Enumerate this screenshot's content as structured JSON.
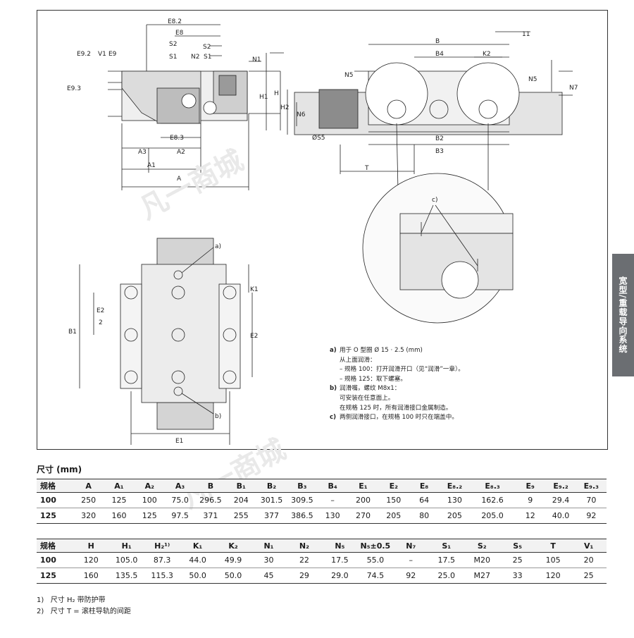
{
  "side_tab": {
    "label": "宽型/重载导向系统"
  },
  "drawing_labels": {
    "e82": "E8.2",
    "e8": "E8",
    "s2": "S2",
    "s1": "S1",
    "n2": "N2",
    "n1": "N1",
    "e92": "E9.2",
    "v1": "V1",
    "e9": "E9",
    "e93": "E9.3",
    "h1": "H1",
    "h": "H",
    "e83": "E8.3",
    "a3": "A3",
    "a2": "A2",
    "a1": "A1",
    "a": "A",
    "b": "B",
    "b4": "B4",
    "k2": "K2",
    "n5": "N5",
    "n7": "N7",
    "eleven": "11",
    "h2": "H2",
    "n6": "N6",
    "s5": "ØS5",
    "b2": "B2",
    "b3": "B3",
    "t": "T",
    "c": "c)",
    "a_note": "a)",
    "b_note": "b)",
    "k1": "K1",
    "e2": "E2",
    "e2half": "E2",
    "two": "2",
    "b1": "B1",
    "e1": "E1"
  },
  "notes": [
    {
      "key": "a)",
      "lines": [
        "用于 O 型圈 Ø 15 · 2.5 (mm)",
        "从上面润滑：",
        "– 规格 100：打开润滑开口（见“润滑”一章）。",
        "– 规格 125：取下螺塞。"
      ]
    },
    {
      "key": "b)",
      "lines": [
        "润滑嘴，螺纹 M8x1：",
        "可安装在任意面上。",
        "在规格 125 时，所有润滑接口金属制造。"
      ]
    },
    {
      "key": "c)",
      "lines": [
        "两侧润滑接口，在规格 100 时只在端盖中。"
      ]
    }
  ],
  "dimensions_title": "尺寸 (mm)",
  "table1": {
    "headers": [
      "规格",
      "A",
      "A₁",
      "A₂",
      "A₃",
      "B",
      "B₁",
      "B₂",
      "B₃",
      "B₄",
      "E₁",
      "E₂",
      "E₈",
      "E₈.₂",
      "E₈.₃",
      "E₉",
      "E₉.₂",
      "E₉.₃"
    ],
    "rows": [
      [
        "100",
        "250",
        "125",
        "100",
        "75.0",
        "296.5",
        "204",
        "301.5",
        "309.5",
        "–",
        "200",
        "150",
        "64",
        "130",
        "162.6",
        "9",
        "29.4",
        "70"
      ],
      [
        "125",
        "320",
        "160",
        "125",
        "97.5",
        "371",
        "255",
        "377",
        "386.5",
        "130",
        "270",
        "205",
        "80",
        "205",
        "205.0",
        "12",
        "40.0",
        "92"
      ]
    ]
  },
  "table2": {
    "headers": [
      "规格",
      "H",
      "H₁",
      "H₂¹⁾",
      "K₁",
      "K₂",
      "N₁",
      "N₂",
      "N₅",
      "N₅±0.5",
      "N₇",
      "S₁",
      "S₂",
      "S₅",
      "T",
      "V₁"
    ],
    "rows": [
      [
        "100",
        "120",
        "105.0",
        "87.3",
        "44.0",
        "49.9",
        "30",
        "22",
        "17.5",
        "55.0",
        "–",
        "17.5",
        "M20",
        "25",
        "105",
        "20"
      ],
      [
        "125",
        "160",
        "135.5",
        "115.3",
        "50.0",
        "50.0",
        "45",
        "29",
        "29.0",
        "74.5",
        "92",
        "25.0",
        "M27",
        "33",
        "120",
        "25"
      ]
    ]
  },
  "footnotes": [
    "1)   尺寸 H₂ 带防护带",
    "2)   尺寸 T = 滚柱导轨的间距"
  ],
  "watermark": {
    "text": "凡一商城"
  },
  "colors": {
    "line": "#222222",
    "fill": "#d9d9d9",
    "dark": "#555555",
    "tab": "#6b6e72"
  }
}
